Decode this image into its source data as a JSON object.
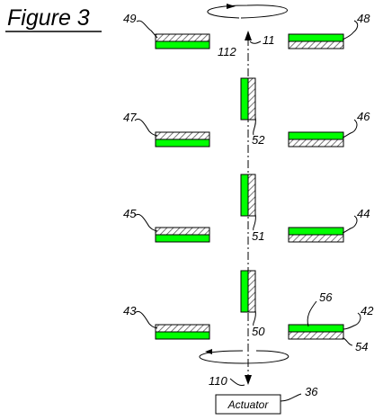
{
  "figure": {
    "title": "Figure 3",
    "actuator_label": "Actuator",
    "colors": {
      "green": "#00ff00",
      "hatch": "#808080",
      "line": "#000000"
    }
  },
  "labels": {
    "l11": "11",
    "l112": "112",
    "l110": "110",
    "l36": "36",
    "l48": "48",
    "l49": "49",
    "l46": "46",
    "l47": "47",
    "l44": "44",
    "l45": "45",
    "l42": "42",
    "l43": "43",
    "l56": "56",
    "l54": "54",
    "l52": "52",
    "l51": "51",
    "l50": "50"
  }
}
